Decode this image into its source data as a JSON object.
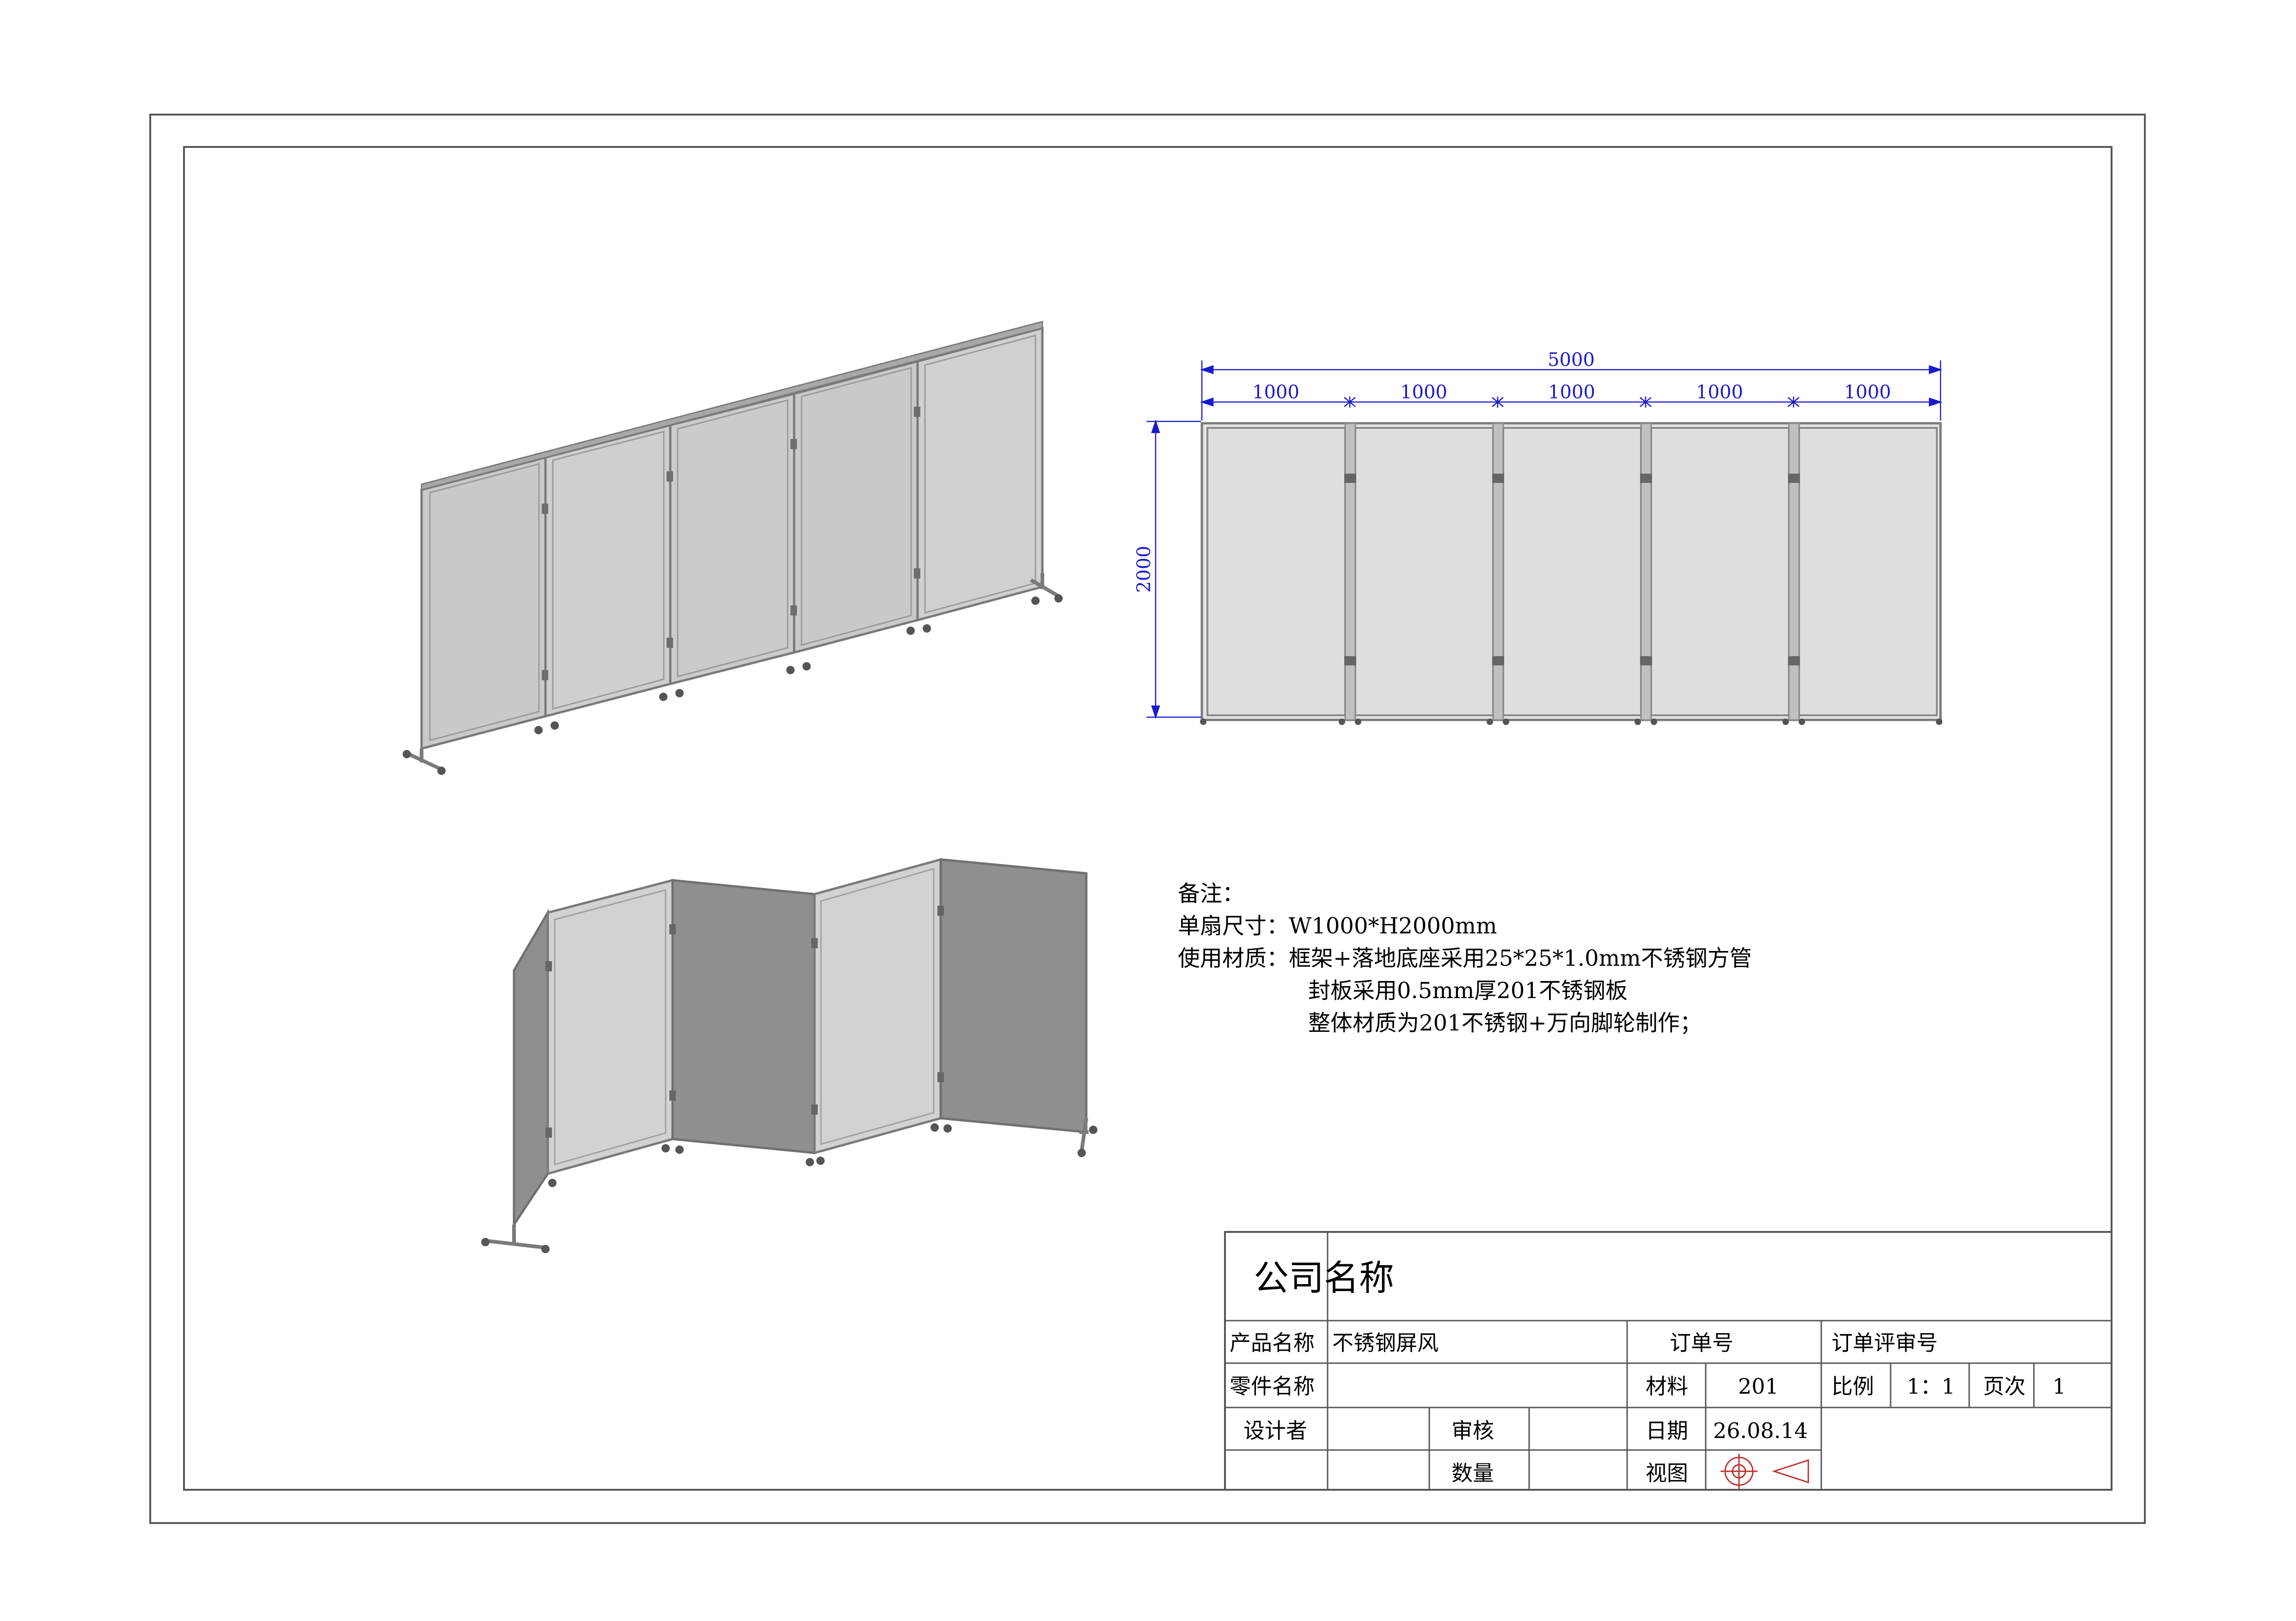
{
  "drawing": {
    "dimensions": {
      "total_width": "5000",
      "panel_widths": [
        "1000",
        "1000",
        "1000",
        "1000",
        "1000"
      ],
      "height": "2000"
    },
    "notes": {
      "title": "备注：",
      "line1": "单扇尺寸：W1000*H2000mm",
      "line2": "使用材质：框架+落地底座采用25*25*1.0mm不锈钢方管",
      "line3": "封板采用0.5mm厚201不锈钢板",
      "line4": "整体材质为201不锈钢+万向脚轮制作；"
    },
    "colors": {
      "panel_light": "#d9d9d9",
      "panel_mid": "#c9c9c9",
      "panel_dark": "#8f8f8f",
      "frame": "#7a7a7a",
      "dimension": "#1a1acc"
    }
  },
  "title_block": {
    "company": "公司名称",
    "product_name_label": "产品名称",
    "product_name": "不锈钢屏风",
    "order_no_label": "订单号",
    "review_no_label": "订单评审号",
    "part_name_label": "零件名称",
    "material_label": "材料",
    "material": "201",
    "scale_label": "比例",
    "scale": "1：1",
    "page_label": "页次",
    "page": "1",
    "designer_label": "设计者",
    "review_label": "审核",
    "date_label": "日期",
    "date": "26.08.14",
    "quantity_label": "数量",
    "view_label": "视图"
  }
}
